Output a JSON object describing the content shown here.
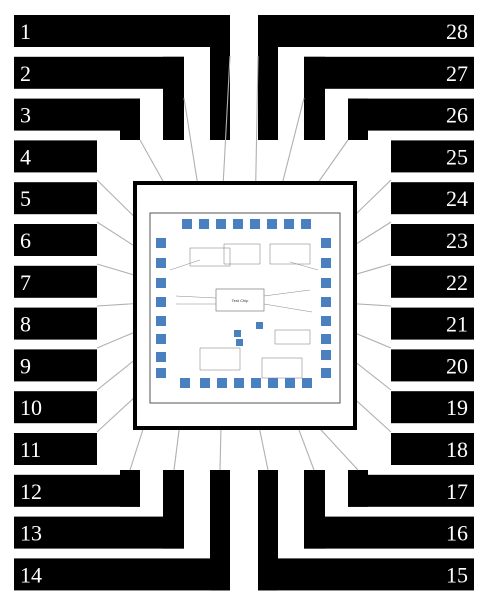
{
  "colors": {
    "background": "#ffffff",
    "lead": "#000000",
    "pin_text": "#ffffff",
    "pad": "#4a7fc0",
    "bond_wire": "#b0b0b0",
    "die": "#ffffff"
  },
  "pins": {
    "left": [
      "1",
      "2",
      "3",
      "4",
      "5",
      "6",
      "7",
      "8",
      "9",
      "10",
      "11",
      "12",
      "13",
      "14"
    ],
    "right": [
      "28",
      "27",
      "26",
      "25",
      "24",
      "23",
      "22",
      "21",
      "20",
      "19",
      "18",
      "17",
      "16",
      "15"
    ]
  },
  "die": {
    "center_block": "Test Chip"
  }
}
